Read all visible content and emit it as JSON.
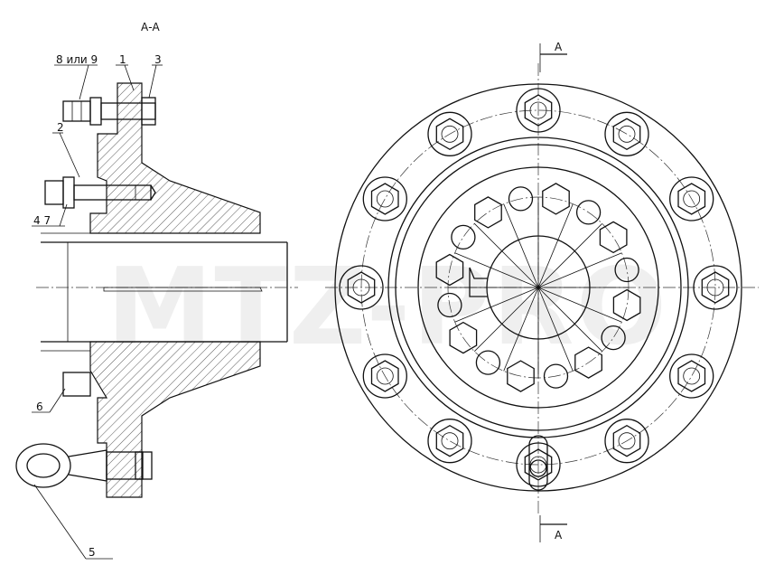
{
  "section_title": "А-А",
  "cut_label_top": "А",
  "cut_label_bottom": "А",
  "callouts": {
    "c1": "1",
    "c2": "2",
    "c3": "3",
    "c4_7": "4 7",
    "c5": "5",
    "c6": "6",
    "c8_9": "8 или 9"
  },
  "watermark": "MTZ-PRO"
}
